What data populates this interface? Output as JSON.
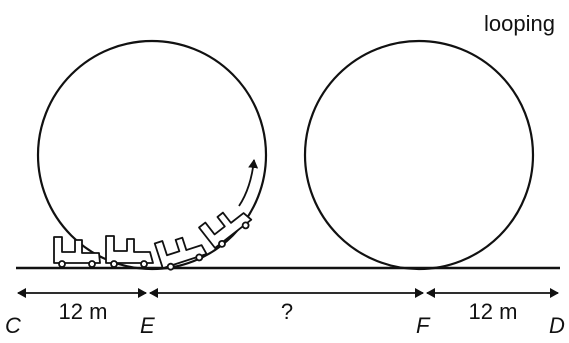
{
  "figure": {
    "title": "looping",
    "points": {
      "c": "C",
      "e": "E",
      "f": "F",
      "d": "D"
    },
    "distances": {
      "ce": "12 m",
      "ef": "?",
      "fd": "12 m"
    }
  },
  "colors": {
    "stroke": "#111111",
    "background": "#ffffff"
  },
  "icons": {
    "car": "roller-coaster-car-icon",
    "motion": "motion-arrow-icon"
  }
}
